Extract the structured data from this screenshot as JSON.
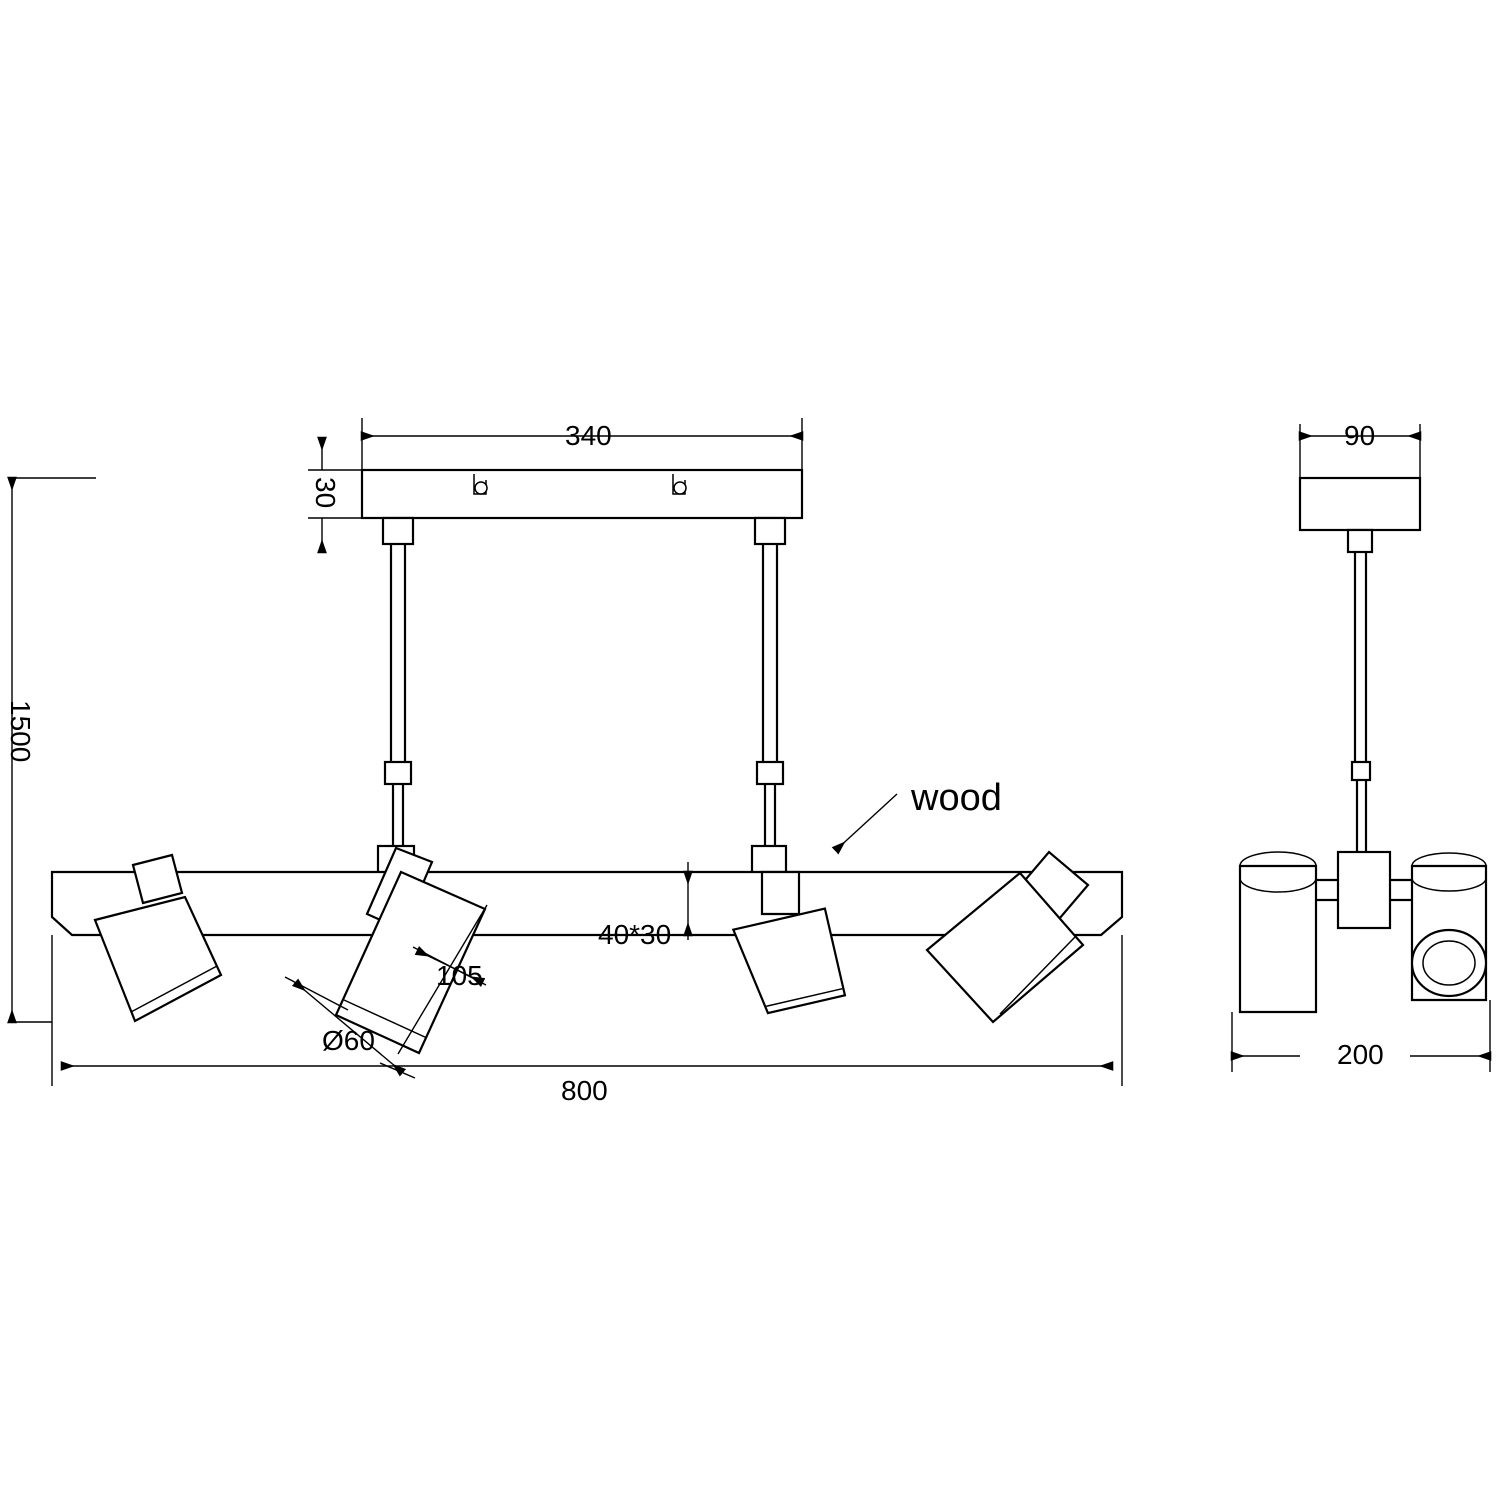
{
  "drawing": {
    "title": "Pendant spotlight bar technical dimension drawing",
    "views": [
      {
        "id": "front-view",
        "name": "front elevation"
      },
      {
        "id": "side-view",
        "name": "side elevation"
      }
    ],
    "line_color": "#000000",
    "background_color": "#ffffff"
  },
  "dimensions": {
    "canopy_width": "340",
    "canopy_height": "30",
    "suspension_height": "1500",
    "bar_length": "800",
    "spot_diameter": "Ø60",
    "spot_length": "105",
    "bar_profile": "40*30",
    "canopy_depth": "90",
    "side_width": "200"
  },
  "annotations": {
    "material_callout": "wood"
  },
  "labels": {
    "top_340": "340",
    "left_30": "30",
    "left_1500": "1500",
    "bottom_800": "800",
    "spot_dia": "Ø60",
    "spot_len": "105",
    "profile": "40*30",
    "side_90": "90",
    "side_200": "200",
    "wood": "wood"
  }
}
